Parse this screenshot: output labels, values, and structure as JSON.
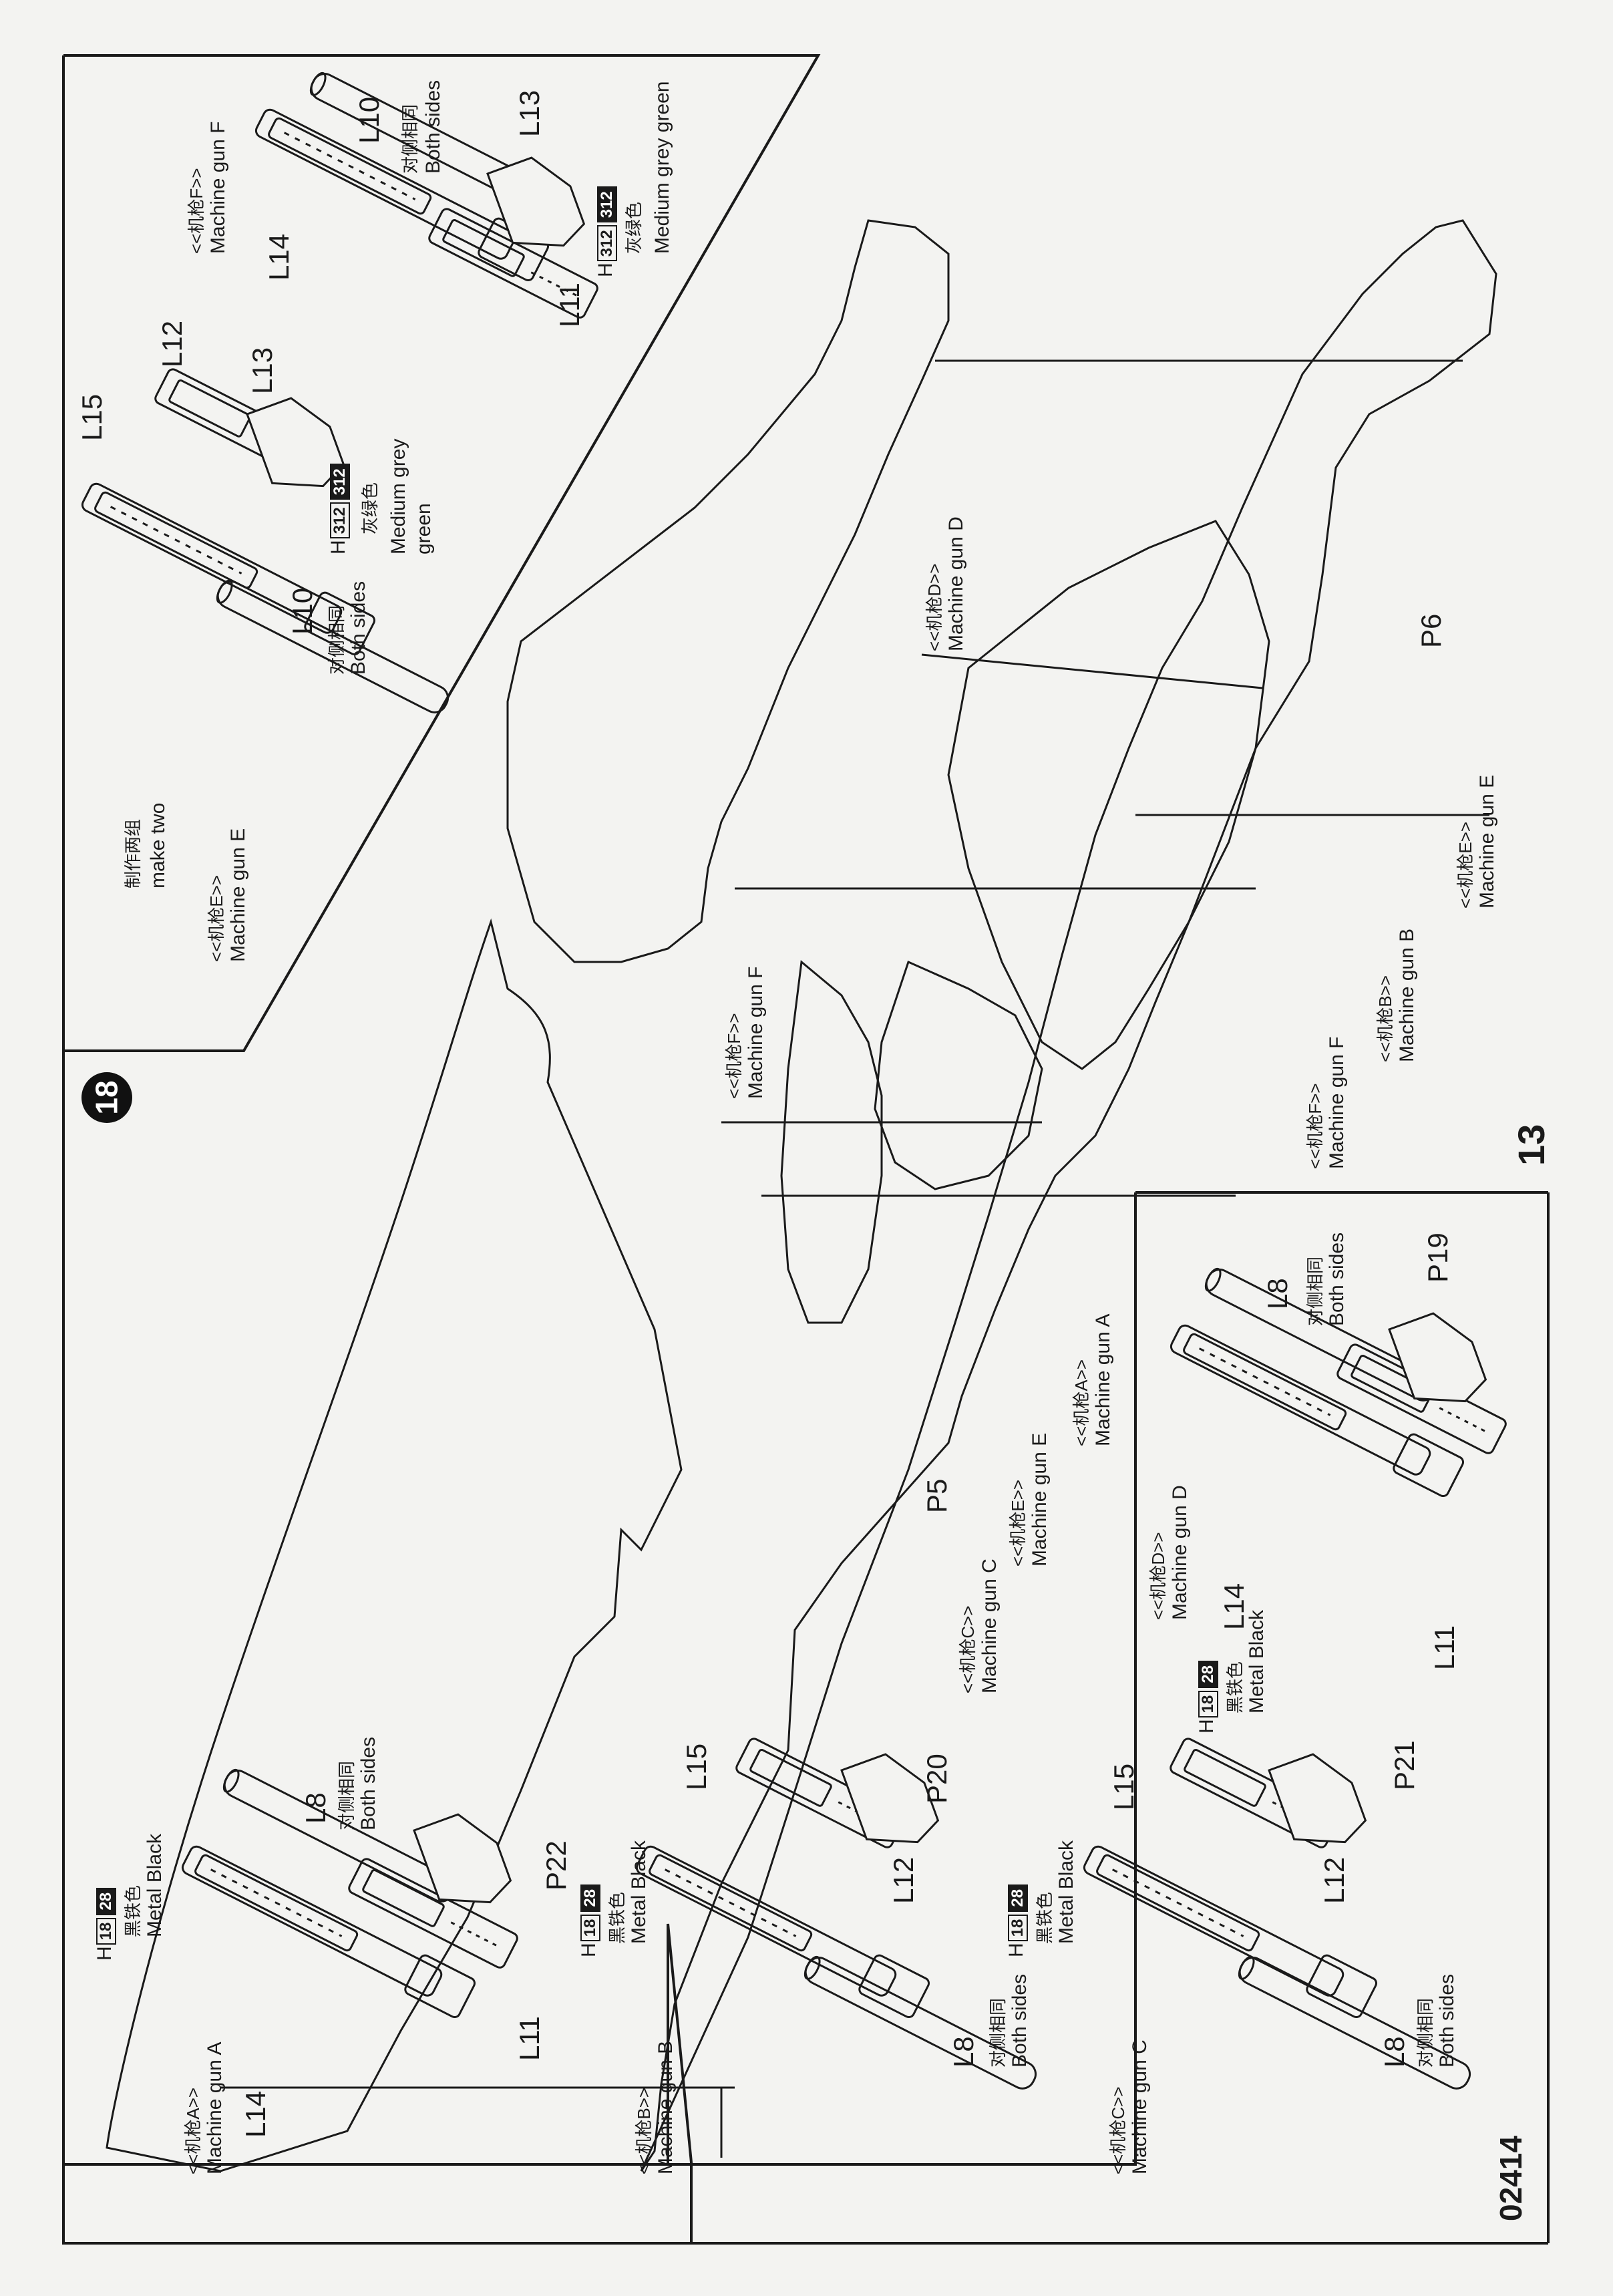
{
  "page": {
    "catalog_number": "02414",
    "page_number": "13",
    "step_number": "18",
    "make_two_cn": "制作两组",
    "make_two_en": "make two"
  },
  "callouts": {
    "gun_a_cn": "<<机枪A>>",
    "gun_a_en": "Machine gun A",
    "gun_b_cn": "<<机枪B>>",
    "gun_b_en": "Machine gun B",
    "gun_c_cn": "<<机枪C>>",
    "gun_c_en": "Machine gun C",
    "gun_d_cn": "<<机枪D>>",
    "gun_d_en": "Machine gun D",
    "gun_e_cn": "<<机枪E>>",
    "gun_e_en": "Machine gun E",
    "gun_f_cn": "<<机枪F>>",
    "gun_f_en": "Machine gun F"
  },
  "parts": {
    "L8": "L8",
    "L10": "L10",
    "L11": "L11",
    "L12": "L12",
    "L13": "L13",
    "L14": "L14",
    "L15": "L15",
    "P5": "P5",
    "P6": "P6",
    "P19": "P19",
    "P20": "P20",
    "P21": "P21",
    "P22": "P22"
  },
  "notes": {
    "both_sides_cn": "对侧相同",
    "both_sides_en": "Both sides"
  },
  "paints": {
    "metal_black": {
      "h": "H",
      "code_a": "18",
      "code_b": "28",
      "cn": "黑铁色",
      "en": "Metal Black"
    },
    "medium_grey_green": {
      "h": "H",
      "code_a": "312",
      "code_b": "312",
      "cn": "灰绿色",
      "en_line1": "Medium grey",
      "en_line2": "green",
      "en_full": "Medium grey green"
    }
  },
  "colors": {
    "ink": "#1a1a1a",
    "paper": "#f3f3f1"
  }
}
